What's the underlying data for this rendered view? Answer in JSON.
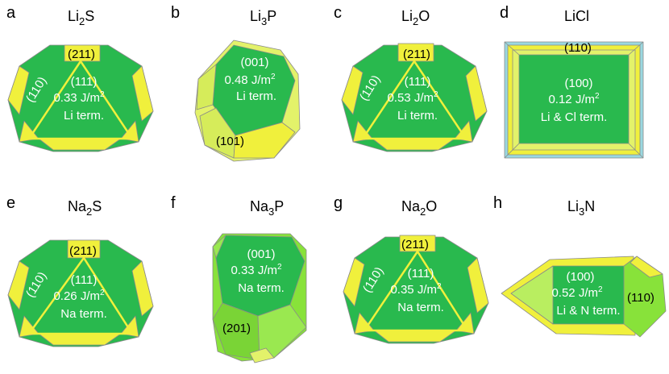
{
  "colors": {
    "main_face": "#29b94e",
    "yellow_face": "#f0f03c",
    "light_yellow_face": "#e3f26a",
    "light_green_face": "#88e23a",
    "edge": "#8a8a8a"
  },
  "panels": [
    {
      "letter": "a",
      "compound": {
        "base": "Li",
        "sub": "2",
        "rest": "S"
      },
      "lines": [
        "(111)",
        "0.33 J/m",
        "Li term."
      ],
      "sup": "2",
      "labels": [
        "(211)",
        "(110)"
      ]
    },
    {
      "letter": "b",
      "compound": {
        "base": "Li",
        "sub": "3",
        "rest": "P"
      },
      "lines": [
        "(001)",
        "0.48 J/m",
        "Li term."
      ],
      "sup": "2",
      "labels": [
        "(101)"
      ]
    },
    {
      "letter": "c",
      "compound": {
        "base": "Li",
        "sub": "2",
        "rest": "O"
      },
      "lines": [
        "(111)",
        "0.53 J/m",
        "Li term."
      ],
      "sup": "2",
      "labels": [
        "(211)",
        "(110)"
      ]
    },
    {
      "letter": "d",
      "compound": {
        "base": "LiCl",
        "sub": "",
        "rest": ""
      },
      "lines": [
        "(100)",
        "0.12 J/m",
        "Li & Cl term."
      ],
      "sup": "2",
      "labels": [
        "(110)"
      ]
    },
    {
      "letter": "e",
      "compound": {
        "base": "Na",
        "sub": "2",
        "rest": "S"
      },
      "lines": [
        "(111)",
        "0.26 J/m",
        "Na term."
      ],
      "sup": "2",
      "labels": [
        "(211)",
        "(110)"
      ]
    },
    {
      "letter": "f",
      "compound": {
        "base": "Na",
        "sub": "3",
        "rest": "P"
      },
      "lines": [
        "(001)",
        "0.33 J/m",
        "Na term."
      ],
      "sup": "2",
      "labels": [
        "(201)"
      ]
    },
    {
      "letter": "g",
      "compound": {
        "base": "Na",
        "sub": "2",
        "rest": "O"
      },
      "lines": [
        "(111)",
        "0.35 J/m",
        "Na term."
      ],
      "sup": "2",
      "labels": [
        "(211)",
        "(110)"
      ]
    },
    {
      "letter": "h",
      "compound": {
        "base": "Li",
        "sub": "3",
        "rest": "N"
      },
      "lines": [
        "(100)",
        "0.52 J/m",
        "Li & N term."
      ],
      "sup": "2",
      "labels": [
        "(110)"
      ]
    }
  ]
}
